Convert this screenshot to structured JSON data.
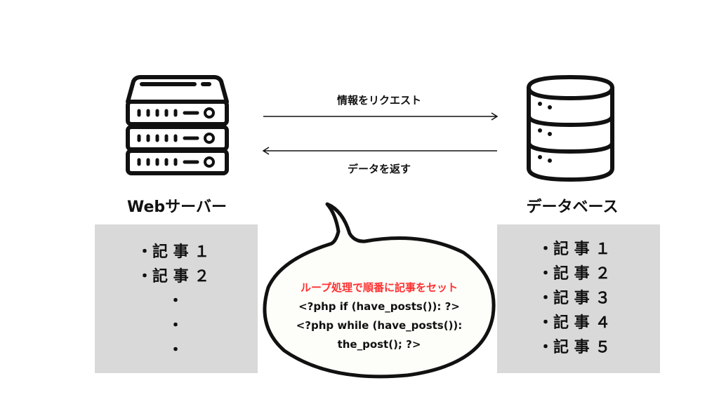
{
  "server": {
    "label": "Webサーバー",
    "items": [
      "・記 事 １",
      "・記 事 ２",
      "・",
      "・",
      "・"
    ]
  },
  "database": {
    "label": "データベース",
    "items": [
      "・記 事 １",
      "・記 事 ２",
      "・記 事 ３",
      "・記 事 ４",
      "・記 事 ５"
    ]
  },
  "arrows": {
    "request": "情報をリクエスト",
    "response": "データを返す"
  },
  "bubble": {
    "heading": "ループ処理で順番に記事をセット",
    "code": [
      "<?php if (have_posts()): ?>",
      "<?php while (have_posts()):",
      "the_post(); ?>"
    ]
  },
  "colors": {
    "accent": "#ff3131",
    "box": "#d9d9d9"
  }
}
